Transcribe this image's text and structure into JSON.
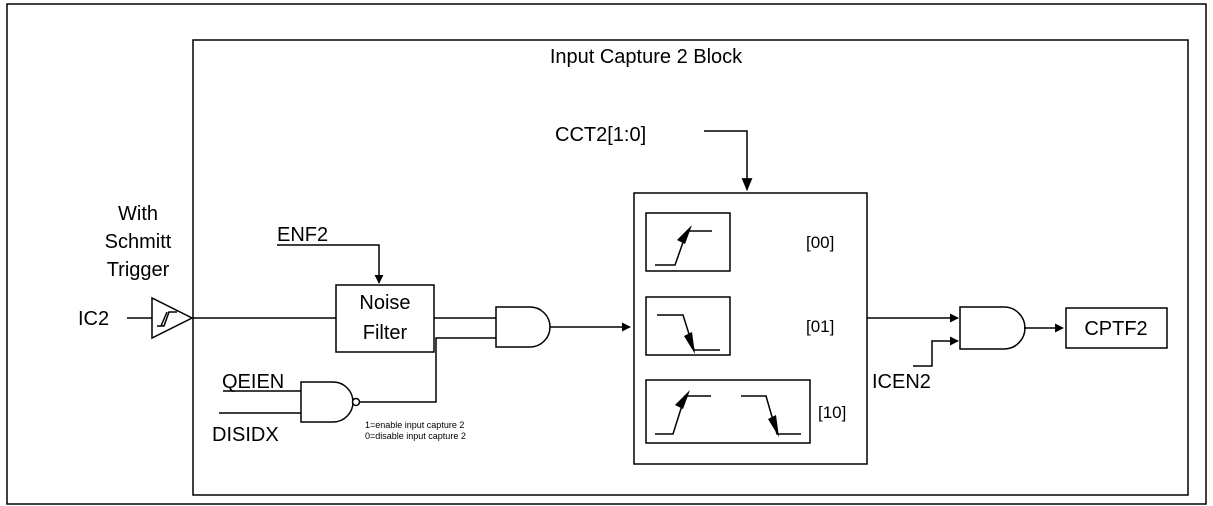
{
  "title": "Input Capture 2 Block",
  "input_pin": {
    "label": "IC2",
    "schmitt_label": [
      "With",
      "Schmitt",
      "Trigger"
    ]
  },
  "noise_filter": {
    "control": "ENF2",
    "label": [
      "Noise",
      "Filter"
    ]
  },
  "enable_logic": {
    "input_a": "QEIEN",
    "input_b": "DISIDX",
    "note": [
      "1=enable input capture 2",
      "0=disable input capture 2"
    ]
  },
  "edge_select": {
    "control": "CCT2[1:0]",
    "modes": [
      {
        "code": "[00]",
        "icon": "rising-edge-icon"
      },
      {
        "code": "[01]",
        "icon": "falling-edge-icon"
      },
      {
        "code": "[10]",
        "icon": "both-edges-icon"
      }
    ]
  },
  "output": {
    "enable": "ICEN2",
    "flag": "CPTF2"
  }
}
